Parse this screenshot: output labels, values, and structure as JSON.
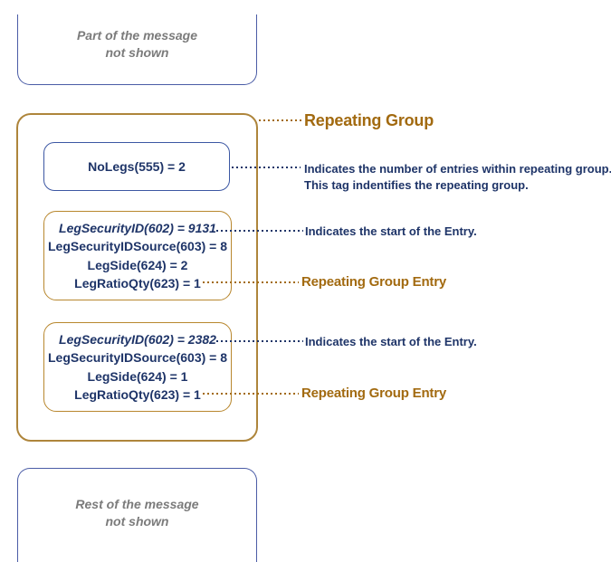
{
  "diagram": {
    "top_message": {
      "line1": "Part of the message",
      "line2": "not shown"
    },
    "group": {
      "label": "Repeating Group",
      "nolegs": {
        "value": "NoLegs(555) = 2",
        "note_line1": "Indicates the number of entries within repeating group.",
        "note_line2": "This tag indentifies the repeating group."
      },
      "entries": [
        {
          "fields": [
            "LegSecurityID(602) = 9131",
            "LegSecurityIDSource(603) = 8",
            "LegSide(624) = 2",
            "LegRatioQty(623) = 1"
          ],
          "start_note": "Indicates the start of the Entry.",
          "label": "Repeating Group Entry"
        },
        {
          "fields": [
            "LegSecurityID(602) = 2382",
            "LegSecurityIDSource(603) = 8",
            "LegSide(624) = 1",
            "LegRatioQty(623) = 1"
          ],
          "start_note": "Indicates the start of the Entry.",
          "label": "Repeating Group Entry"
        }
      ]
    },
    "bottom_message": {
      "line1": "Rest of the message",
      "line2": "not shown"
    }
  },
  "colors": {
    "navy_text": "#1e3468",
    "blue_border": "#4a5ca6",
    "group_border": "#ae853b",
    "entry_border": "#b8872e",
    "orange_label": "#a26a10",
    "muted_text": "#7b7b7b"
  }
}
